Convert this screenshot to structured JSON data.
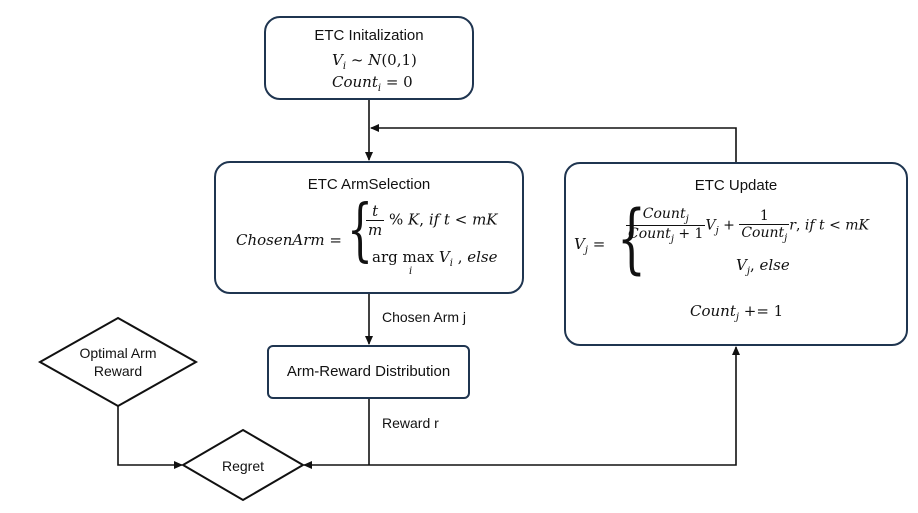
{
  "init": {
    "title": "ETC Initalization",
    "line1": "V_i ~ N(0,1)",
    "line2": "Count_i = 0"
  },
  "selection": {
    "title": "ETC ArmSelection",
    "lhs": "ChosenArm =",
    "case1": "t/m % K, if t < mK",
    "case2": "argmax_i V_i , else"
  },
  "update": {
    "title": "ETC Update",
    "lhs": "V_j =",
    "case1": "Count_j/(Count_j + 1) V_j + 1/Count_j r, if t < mK",
    "case2": "V_j, else",
    "count": "Count_j += 1"
  },
  "reward_dist": {
    "title": "Arm-Reward Distribution"
  },
  "optimal": {
    "line1": "Optimal Arm",
    "line2": "Reward"
  },
  "regret": {
    "title": "Regret"
  },
  "edges": {
    "chosen_arm": "Chosen Arm j",
    "reward": "Reward r"
  },
  "colors": {
    "border": "#1f3550",
    "line": "#111111"
  }
}
